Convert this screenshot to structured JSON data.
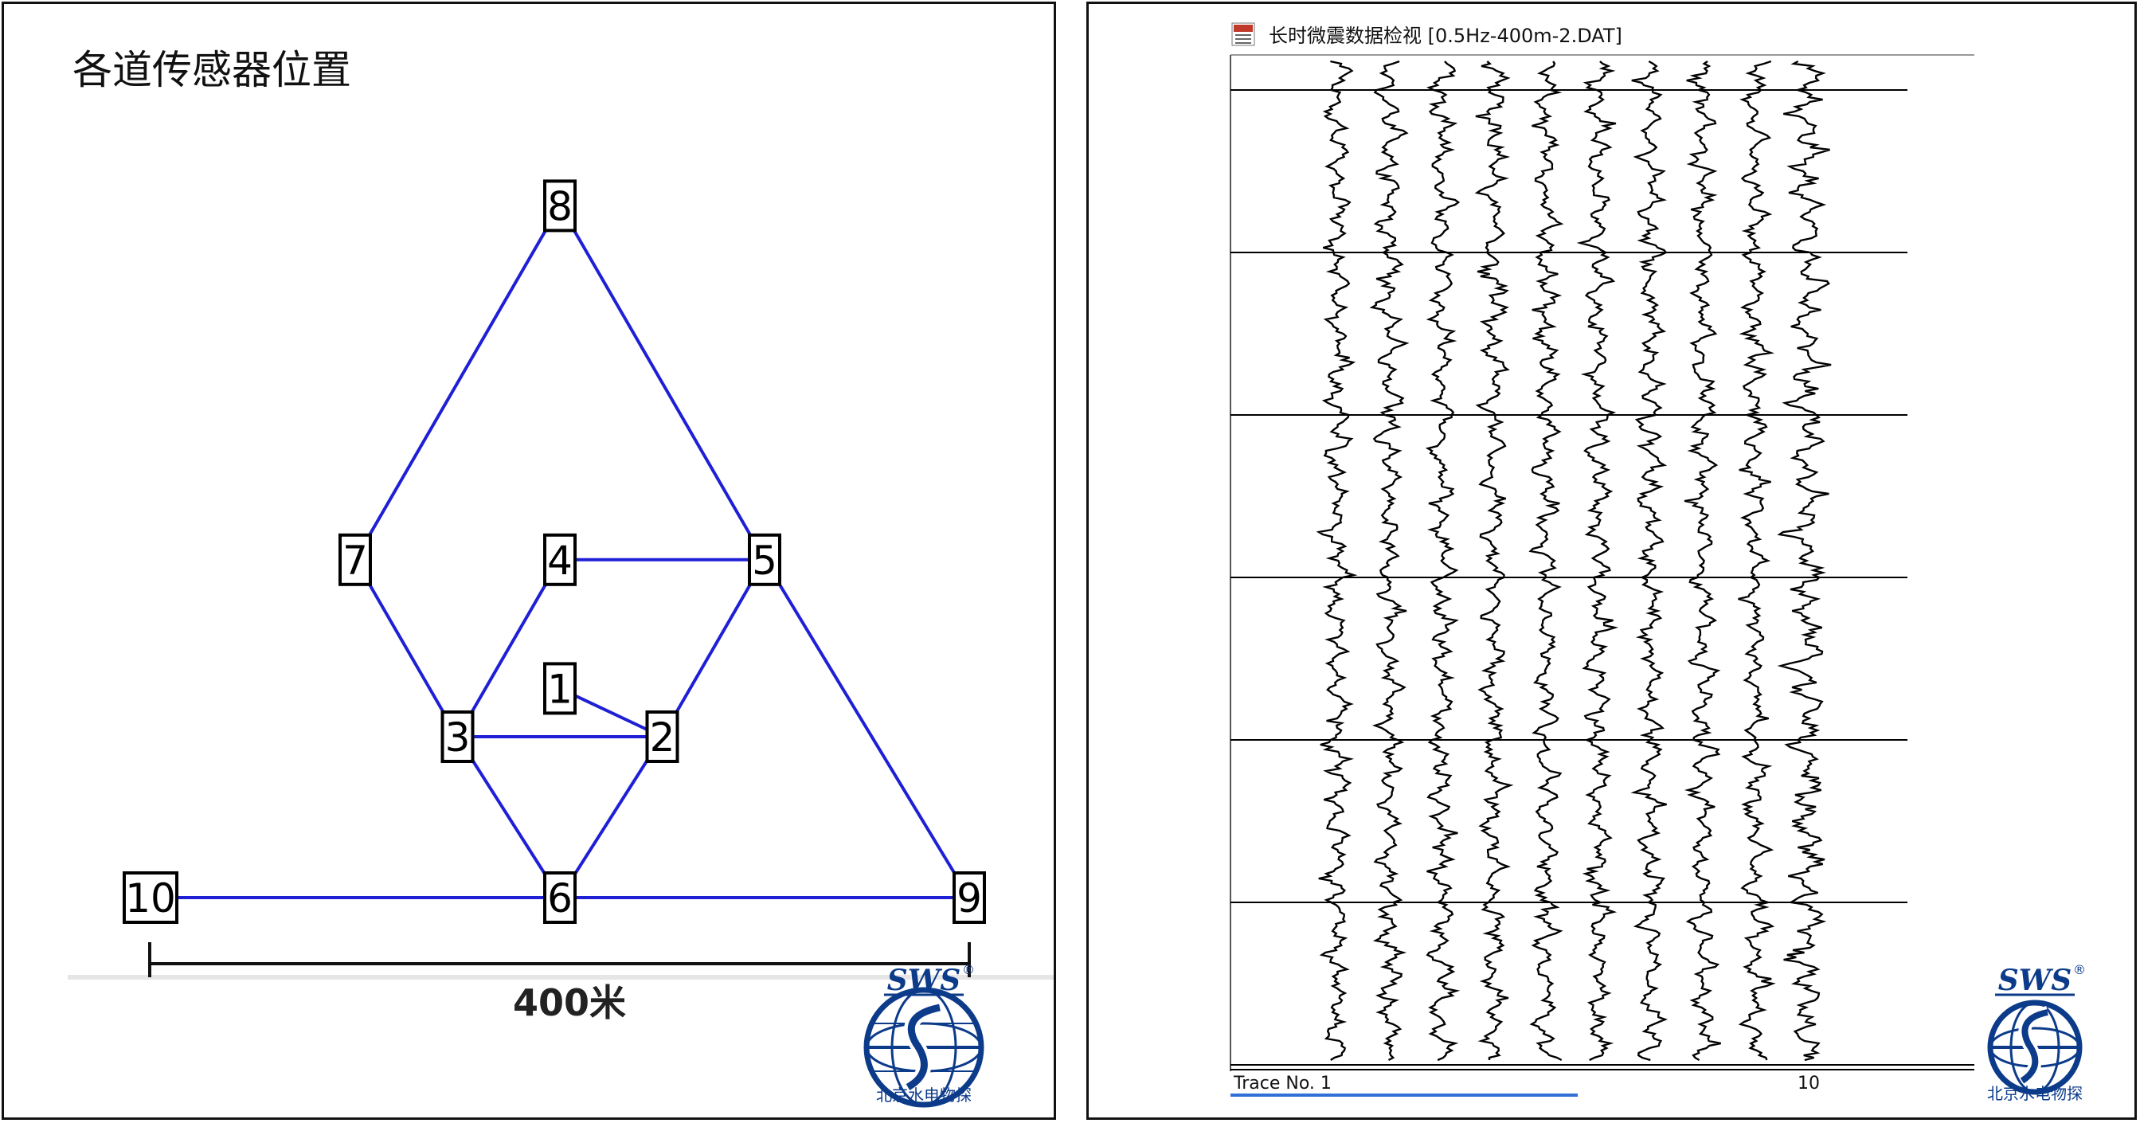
{
  "left": {
    "title": "各道传感器位置",
    "scale_label": "400米",
    "colors": {
      "link": "#1f1fd6",
      "box": "#000000",
      "scale": "#111111"
    },
    "sensors": [
      {
        "id": "1",
        "x": 0.0,
        "y": 2.6
      },
      {
        "id": "2",
        "x": 1.25,
        "y": 2.0
      },
      {
        "id": "3",
        "x": -1.25,
        "y": 2.0
      },
      {
        "id": "4",
        "x": 0.0,
        "y": 4.2
      },
      {
        "id": "5",
        "x": 2.5,
        "y": 4.2
      },
      {
        "id": "6",
        "x": 0.0,
        "y": 0.0
      },
      {
        "id": "7",
        "x": -2.5,
        "y": 4.2
      },
      {
        "id": "8",
        "x": 0.0,
        "y": 8.6
      },
      {
        "id": "9",
        "x": 5.0,
        "y": 0.0
      },
      {
        "id": "10",
        "x": -5.0,
        "y": 0.0
      }
    ],
    "links": [
      [
        "8",
        "7"
      ],
      [
        "8",
        "5"
      ],
      [
        "7",
        "3"
      ],
      [
        "4",
        "5"
      ],
      [
        "4",
        "3"
      ],
      [
        "5",
        "2"
      ],
      [
        "5",
        "9"
      ],
      [
        "1",
        "2"
      ],
      [
        "3",
        "2"
      ],
      [
        "3",
        "6"
      ],
      [
        "2",
        "6"
      ],
      [
        "10",
        "6"
      ],
      [
        "6",
        "9"
      ]
    ]
  },
  "right": {
    "window_title": "长时微震数据检视 [0.5Hz-400m-2.DAT]",
    "app_icon": "sws-app-icon",
    "status_left": "Trace No. 1",
    "status_right": "10",
    "trace_count": 10,
    "segment_count": 6
  },
  "logo": {
    "wordmark": "SWS",
    "registered": "®",
    "caption": "北京水电物探",
    "colors": {
      "primary": "#0c3b8a"
    }
  }
}
